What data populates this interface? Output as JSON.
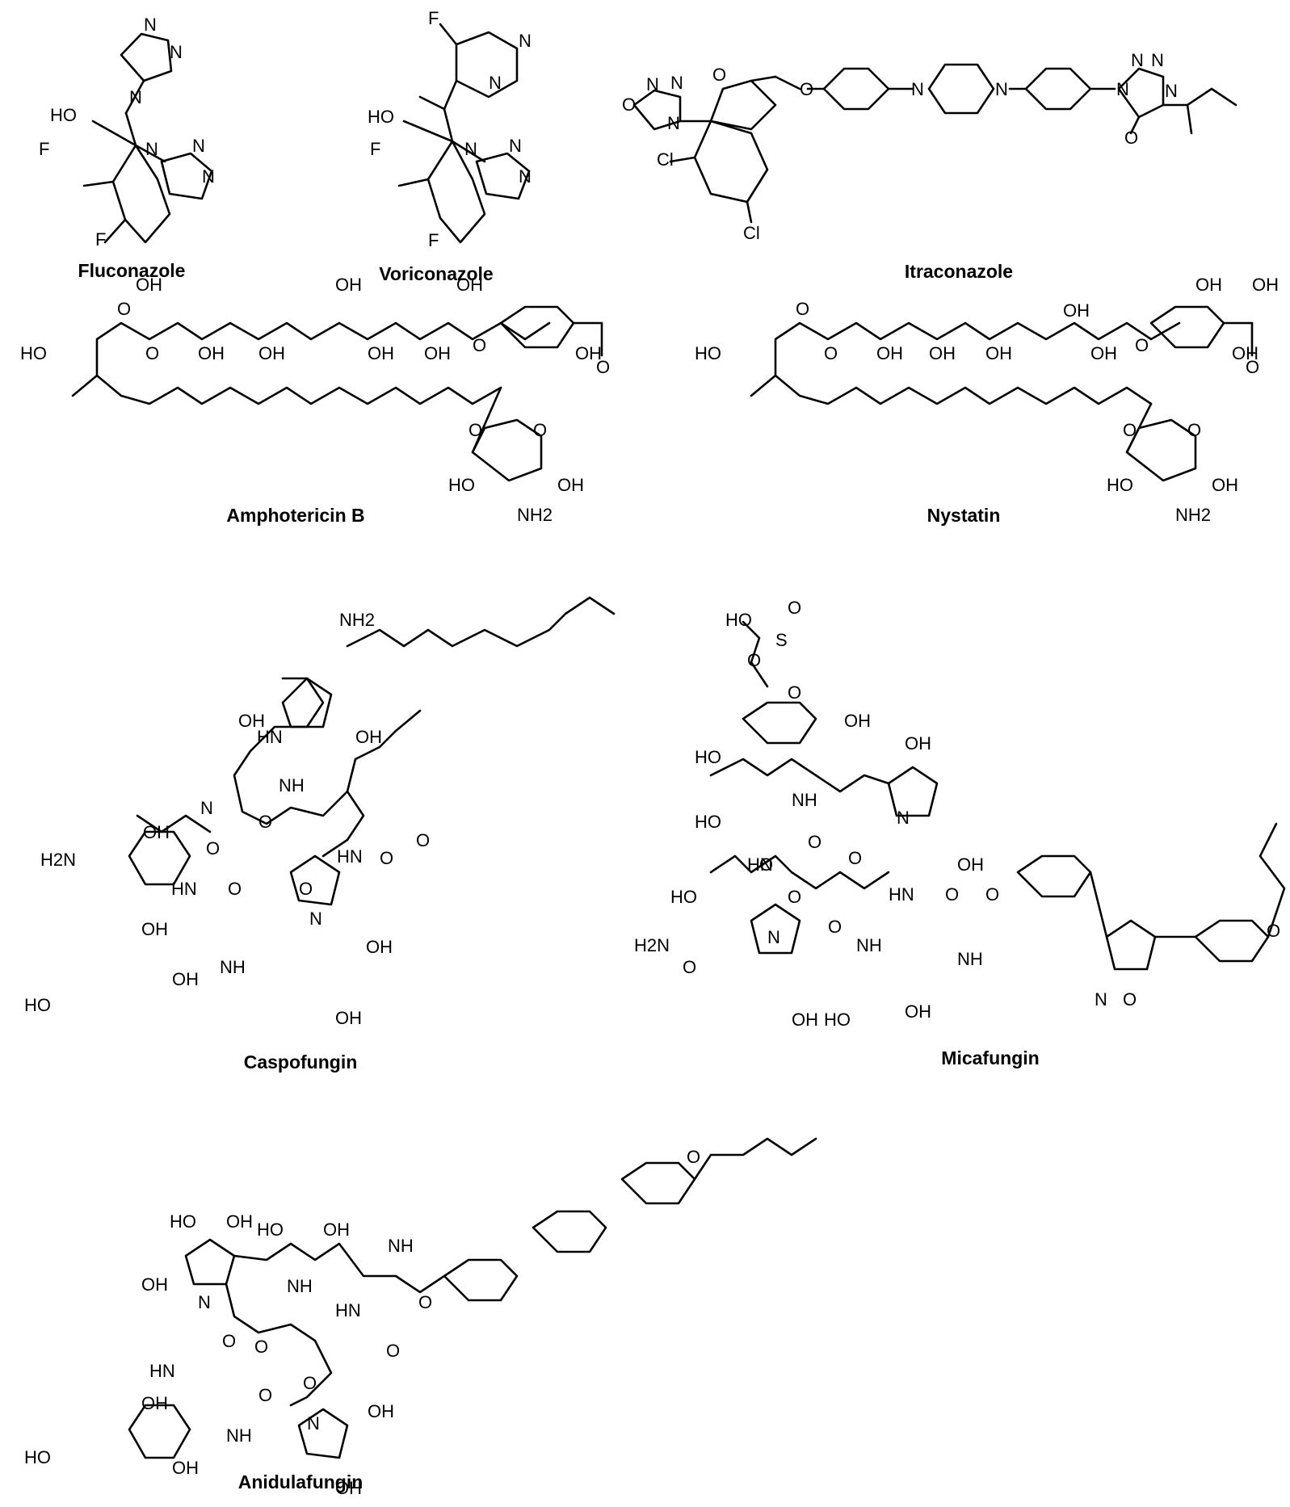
{
  "compounds": [
    {
      "name": "Fluconazole"
    },
    {
      "name": "Voriconazole"
    },
    {
      "name": "Itraconazole"
    },
    {
      "name": "Amphotericin B"
    },
    {
      "name": "Nystatin"
    },
    {
      "name": "Caspofungin"
    },
    {
      "name": "Micafungin"
    },
    {
      "name": "Anidulafungin"
    }
  ],
  "atom_labels": {
    "fluconazole": [
      "N",
      "N",
      "N",
      "HO",
      "F",
      "N",
      "N",
      "N",
      "F"
    ],
    "voriconazole": [
      "F",
      "N",
      "N",
      "HO",
      "F",
      "N",
      "N",
      "N",
      "F"
    ],
    "itraconazole": [
      "O",
      "N",
      "N",
      "N",
      "N",
      "N",
      "N",
      "N",
      "N",
      "N",
      "O",
      "O",
      "Cl",
      "Cl",
      "O"
    ],
    "amphotericin": [
      "OH",
      "OH",
      "OH",
      "O",
      "O",
      "HO",
      "OH",
      "OH",
      "OH",
      "OH",
      "O",
      "OH",
      "O",
      "O",
      "O",
      "HO",
      "OH",
      "NH2"
    ],
    "nystatin": [
      "OH",
      "OH",
      "OH",
      "O",
      "O",
      "HO",
      "OH",
      "OH",
      "OH",
      "OH",
      "O",
      "OH",
      "O",
      "O",
      "O",
      "HO",
      "OH",
      "NH2"
    ],
    "caspofungin": [
      "NH2",
      "HN",
      "OH",
      "OH",
      "NH",
      "O",
      "N",
      "O",
      "H2N",
      "HN",
      "O",
      "OH",
      "HN",
      "O",
      "O",
      "N",
      "NH",
      "O",
      "OH",
      "HO",
      "OH",
      "OH",
      "OH"
    ],
    "micafungin": [
      "HO",
      "S",
      "O",
      "O",
      "O",
      "OH",
      "HO",
      "OH",
      "NH",
      "N",
      "HO",
      "O",
      "O",
      "OH",
      "HN",
      "O",
      "HN",
      "O",
      "HO",
      "O",
      "H2N",
      "N",
      "O",
      "NH",
      "NH",
      "O",
      "OH",
      "HO",
      "OH",
      "O",
      "N",
      "O",
      "O"
    ],
    "anidulafungin": [
      "O",
      "HO",
      "OH",
      "HO",
      "OH",
      "NH",
      "NH",
      "N",
      "O",
      "O",
      "OH",
      "HN",
      "O",
      "O",
      "HN",
      "O",
      "OH",
      "N",
      "NH",
      "O",
      "OH",
      "HO",
      "OH",
      "OH"
    ]
  }
}
